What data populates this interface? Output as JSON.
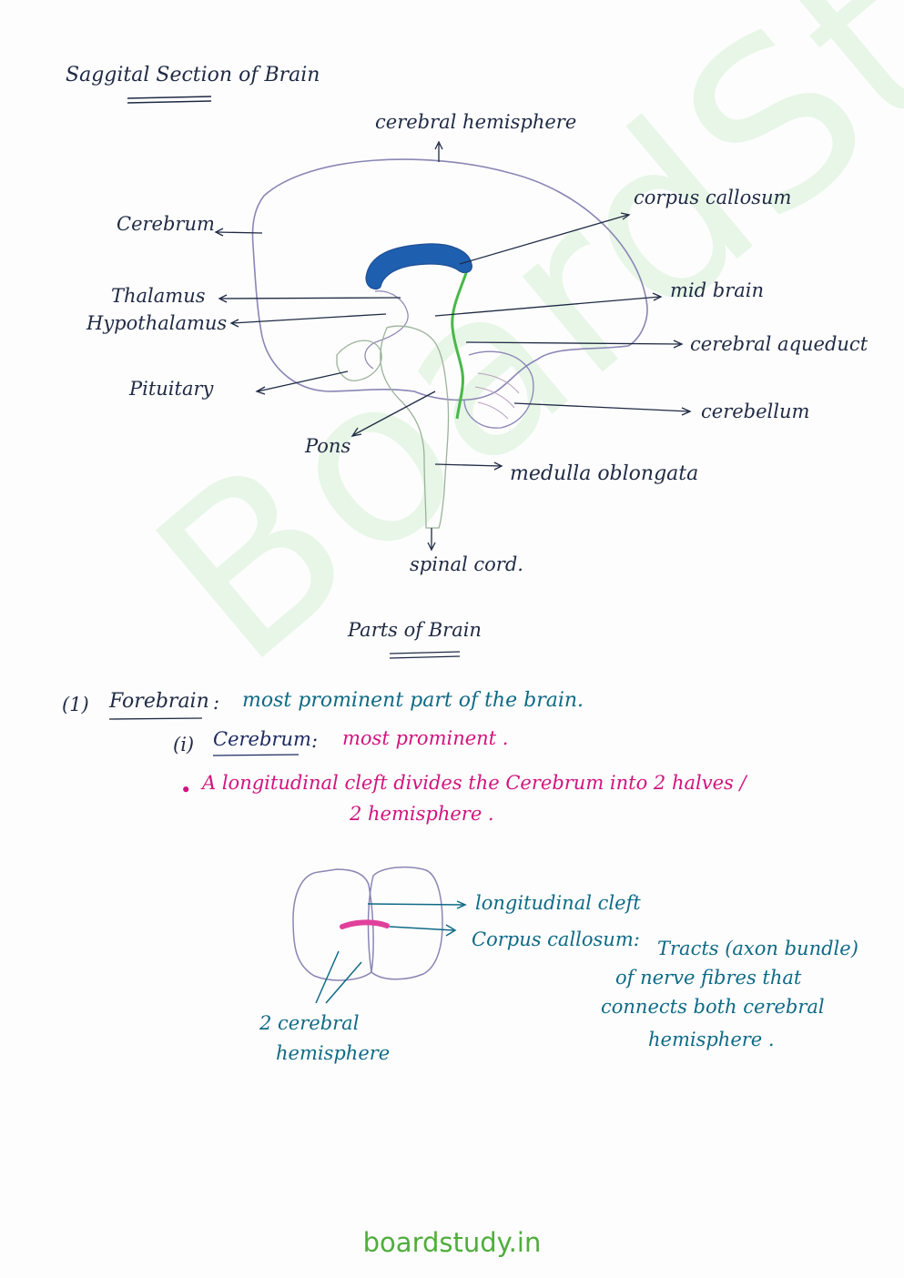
{
  "title": "Saggital Section of Brain",
  "labels": {
    "cerebral_hemisphere": "cerebral hemisphere",
    "cerebrum": "Cerebrum",
    "corpus_callosum": "corpus callosum",
    "thalamus": "Thalamus",
    "hypothalamus": "Hypothalamus",
    "mid_brain": "mid brain",
    "cerebral_aqueduct": "cerebral aqueduct",
    "pituitary": "Pituitary",
    "cerebellum": "cerebellum",
    "pons": "Pons",
    "medulla_oblongata": "medulla oblongata",
    "spinal_cord": "spinal cord."
  },
  "parts_heading": "Parts of Brain",
  "forebrain": {
    "number": "(1)",
    "term": "Forebrain",
    "colon": ":",
    "definition": "most prominent part of the brain."
  },
  "cerebrum_point": {
    "number": "(i)",
    "term": "Cerebrum",
    "colon": ":",
    "definition": "most prominent ."
  },
  "cleft_note": {
    "bullet": "•",
    "line1": "A longitudinal cleft divides the Cerebrum into 2 halves /",
    "line2": "2 hemisphere ."
  },
  "small_diagram": {
    "longitudinal_cleft": "longitudinal cleft",
    "corpus_callosum_term": "Corpus callosum:",
    "tracts_line1": "Tracts (axon bundle)",
    "tracts_line2": "of nerve fibres that",
    "tracts_line3": "connects both cerebral",
    "tracts_line4": "hemisphere .",
    "two_hemi_line1": "2 cerebral",
    "two_hemi_line2": "hemisphere"
  },
  "watermark": "BoardStudy",
  "footer": "boardstudy.in",
  "colors": {
    "ink": "#1f2a44",
    "blue_ink": "#0e6a86",
    "magenta_ink": "#d1147e",
    "corpus_blue": "#1f5fb0",
    "aqueduct_green": "#49b84a",
    "outline_purple": "#8a86b5",
    "watermark_green": "#7fd27f",
    "footer_green": "#4fae3c"
  }
}
